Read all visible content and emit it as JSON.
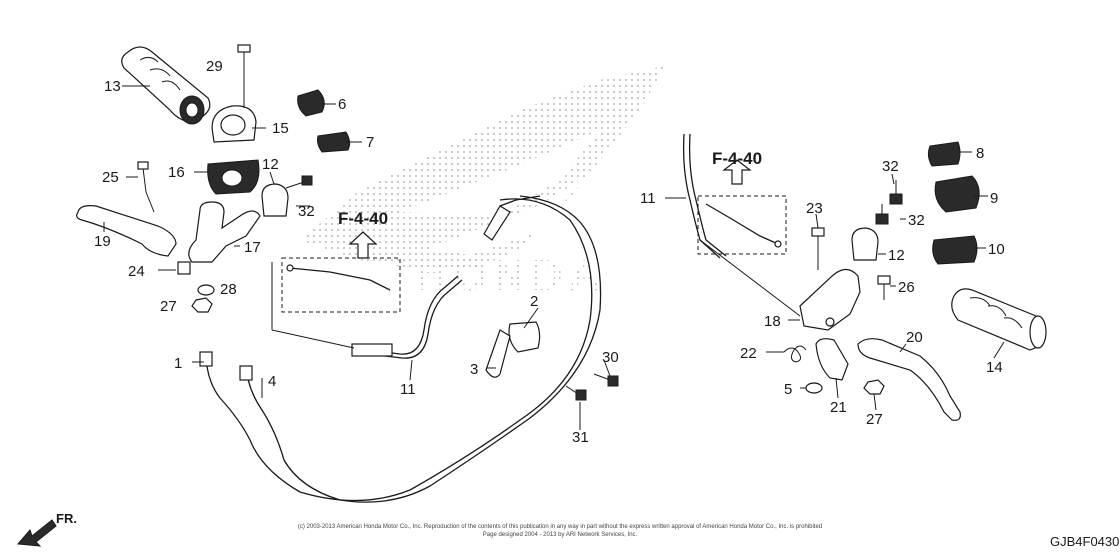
{
  "diagram_code": "GJB4F0430",
  "direction_label": "FR.",
  "copyright_line1": "(c) 2003-2013 American Honda Motor Co., Inc. Reproduction of the contents of this publication in any way in part without the express written approval of American Honda Motor Co., Inc. is prohibited",
  "copyright_line2": "Page designed 2004 - 2013 by ARI Network Services, Inc.",
  "watermark": "HONDA",
  "refs": {
    "left": "F-4-40",
    "right": "F-4-40"
  },
  "labels": {
    "p1": "1",
    "p2": "2",
    "p3": "3",
    "p4": "4",
    "p5": "5",
    "p6": "6",
    "p7": "7",
    "p8": "8",
    "p9": "9",
    "p10": "10",
    "p11a": "11",
    "p11b": "11",
    "p12a": "12",
    "p12b": "12",
    "p13": "13",
    "p14": "14",
    "p15": "15",
    "p16": "16",
    "p17": "17",
    "p18": "18",
    "p19": "19",
    "p20": "20",
    "p21": "21",
    "p22": "22",
    "p23": "23",
    "p24": "24",
    "p25": "25",
    "p26": "26",
    "p27a": "27",
    "p27b": "27",
    "p28": "28",
    "p29": "29",
    "p30": "30",
    "p31": "31",
    "p32a": "32",
    "p32b": "32",
    "p32c": "32"
  }
}
